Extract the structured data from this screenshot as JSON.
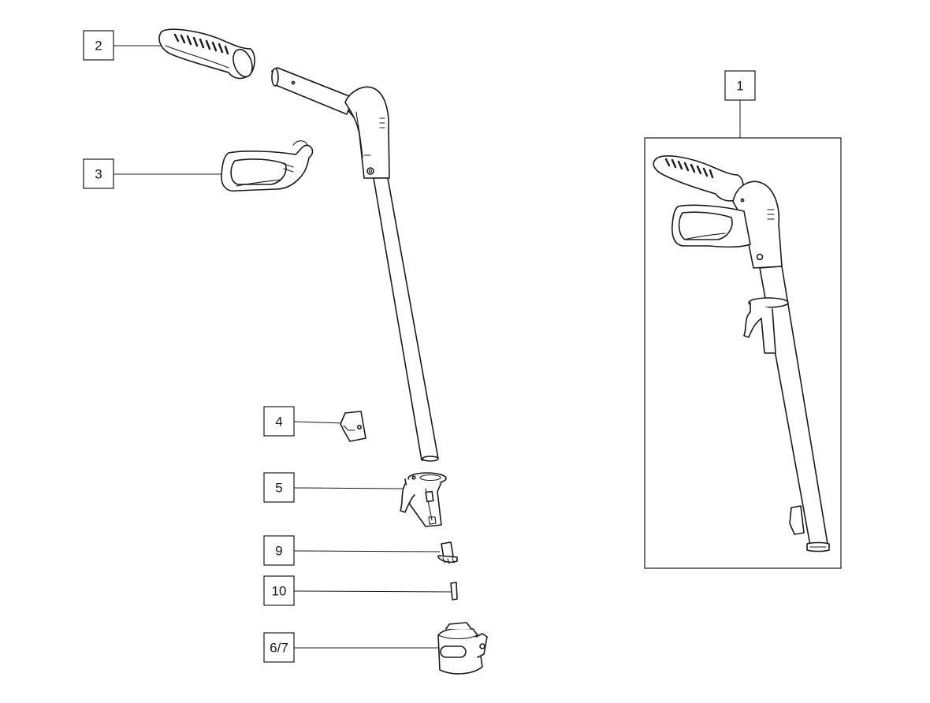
{
  "diagram": {
    "callouts": [
      {
        "id": "c1",
        "label": "1"
      },
      {
        "id": "c2",
        "label": "2"
      },
      {
        "id": "c3",
        "label": "3"
      },
      {
        "id": "c4",
        "label": "4"
      },
      {
        "id": "c5",
        "label": "5"
      },
      {
        "id": "c9",
        "label": "9"
      },
      {
        "id": "c10",
        "label": "10"
      },
      {
        "id": "c67",
        "label": "6/7"
      }
    ]
  }
}
